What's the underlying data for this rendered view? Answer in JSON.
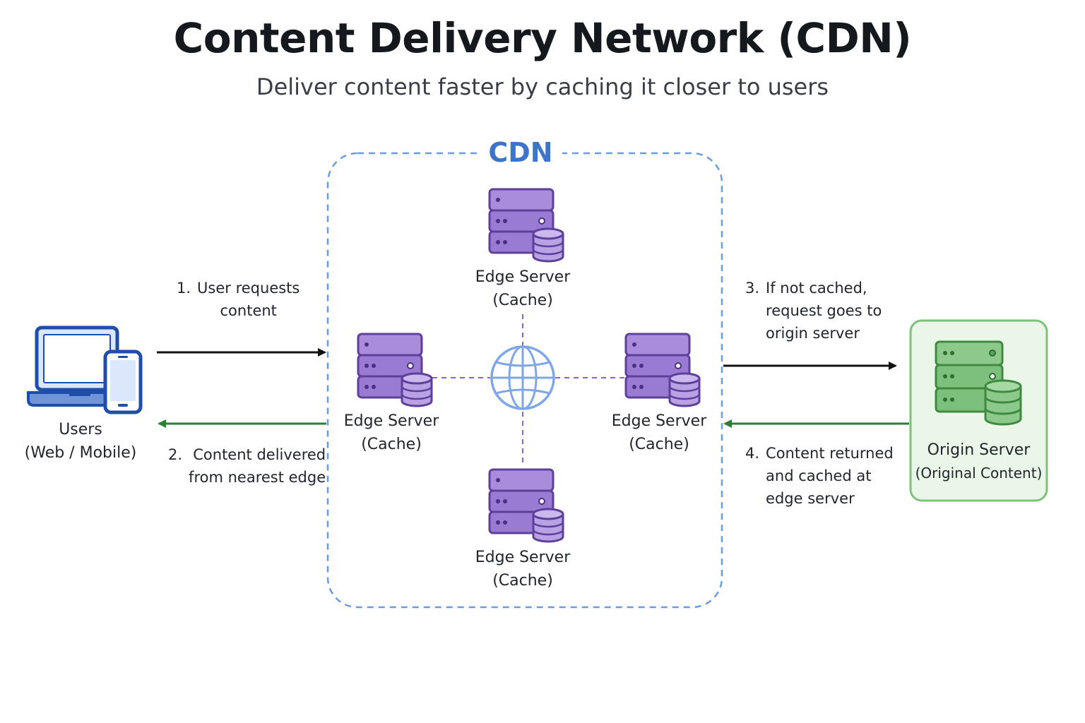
{
  "header": {
    "title": "Content Delivery Network (CDN)",
    "subtitle": "Deliver content faster by caching it closer to users"
  },
  "cdn": {
    "label": "CDN",
    "border_color": "#6b9be0",
    "hub_icon": "globe-icon"
  },
  "users": {
    "name": "Users",
    "detail": "(Web / Mobile)",
    "icon": "laptop-phone-icon",
    "color": "#1f4ea8"
  },
  "edge_servers": [
    {
      "id": "top",
      "name": "Edge Server",
      "detail": "(Cache)",
      "icon": "server-cache-icon"
    },
    {
      "id": "left",
      "name": "Edge Server",
      "detail": "(Cache)",
      "icon": "server-cache-icon"
    },
    {
      "id": "right",
      "name": "Edge Server",
      "detail": "(Cache)",
      "icon": "server-cache-icon"
    },
    {
      "id": "bottom",
      "name": "Edge Server",
      "detail": "(Cache)",
      "icon": "server-cache-icon"
    }
  ],
  "origin": {
    "name": "Origin Server",
    "detail": "(Original Content)",
    "icon": "origin-server-icon",
    "fill_color": "#eaf6e8",
    "border_color": "#7cc27a"
  },
  "steps": [
    {
      "number": "1.",
      "text": "User requests\ncontent"
    },
    {
      "number": "2.",
      "text": "Content delivered\nfrom nearest edge"
    },
    {
      "number": "3.",
      "text": "If not cached,\nrequest goes to\norigin server"
    },
    {
      "number": "4.",
      "text": "Content returned\nand cached at\nedge server"
    }
  ],
  "colors": {
    "edge_purple": "#8a63c9",
    "edge_purple_dark": "#5e3f9a",
    "origin_green": "#5aa35b",
    "request_arrow": "#111111",
    "response_arrow": "#2e7d32"
  }
}
